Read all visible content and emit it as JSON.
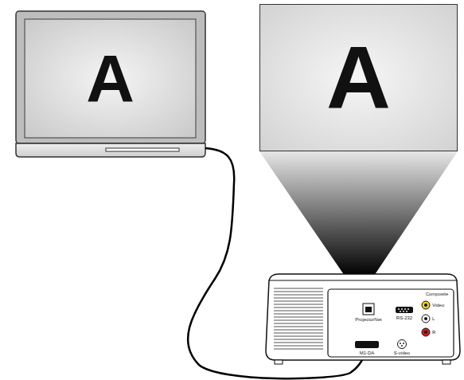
{
  "diagram": {
    "nodes": [
      {
        "text": [
          "A"
        ]
      },
      {
        "text": [
          "A"
        ]
      }
    ],
    "labels": [
      "ProjectorNet",
      "RS-232",
      "Composite",
      "Video",
      "L",
      "R",
      "M1-DA",
      "S-video"
    ]
  }
}
